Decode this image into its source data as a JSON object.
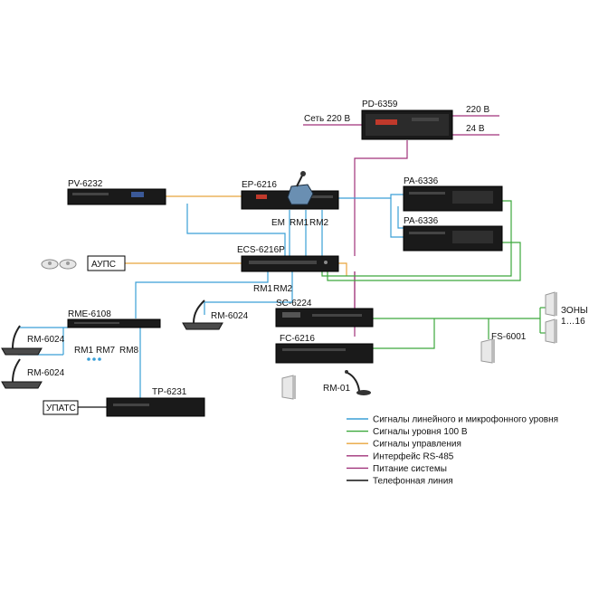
{
  "colors": {
    "line_audio": "#3a9fd6",
    "level_100v": "#3ca83c",
    "control": "#e8a43c",
    "rs485": "#a0327a",
    "power": "#a0327a",
    "telephone": "#111111"
  },
  "devices": {
    "pd": "PD-6359",
    "pv": "PV-6232",
    "ep": "EP-6216",
    "pa1": "PA-6336",
    "pa2": "PA-6336",
    "ecs": "ECS-6216P",
    "rme": "RME-6108",
    "sc": "SC-6224",
    "fc": "FC-6216",
    "fs": "FS-6001",
    "tp": "TP-6231",
    "rm01": "RM-01",
    "rm_a": "RM-6024",
    "rm_b": "RM-6024",
    "rm_c": "RM-6024"
  },
  "labels": {
    "mains": "Сеть 220 В",
    "out220": "220 В",
    "out24": "24 В",
    "em": "EM",
    "rm1_ep": "RM1",
    "rm2_ep": "RM2",
    "rm1_ecs": "RM1",
    "rm2_ecs": "RM2",
    "rm1_rme": "RM1",
    "rm7_rme": "RM7",
    "rm8_rme": "RM8",
    "aups": "АУПС",
    "upats": "УПАТС",
    "zones_line1": "ЗОНЫ",
    "zones_line2": "1…16"
  },
  "legend": [
    {
      "text": "Сигналы линейного и микрофонного уровня",
      "color": "#3a9fd6"
    },
    {
      "text": "Сигналы уровня 100 В",
      "color": "#3ca83c"
    },
    {
      "text": "Сигналы управления",
      "color": "#e8a43c"
    },
    {
      "text": "Интерфейс RS-485",
      "color": "#a0327a"
    },
    {
      "text": "Питание системы",
      "color": "#a0327a"
    },
    {
      "text": "Телефонная линия",
      "color": "#111111"
    }
  ]
}
